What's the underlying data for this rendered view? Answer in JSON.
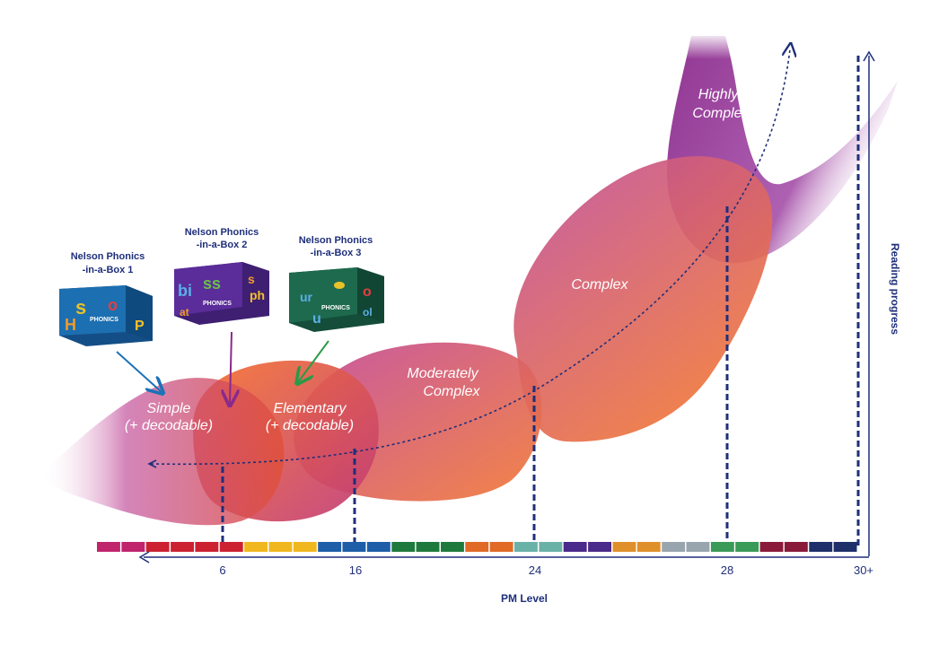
{
  "boxes": [
    {
      "title_line1": "Nelson Phonics",
      "title_line2": "-in-a-Box 1",
      "brand_text": "PHONICS",
      "color": "#1c6fb0",
      "arrow_color": "#1d72b8"
    },
    {
      "title_line1": "Nelson Phonics",
      "title_line2": "-in-a-Box 2",
      "brand_text": "PHONICS",
      "color": "#5a2d9a",
      "arrow_color": "#8a2a8c"
    },
    {
      "title_line1": "Nelson Phonics",
      "title_line2": "-in-a-Box 3",
      "brand_text": "PHONICS",
      "color": "#1e6a4e",
      "arrow_color": "#2a9a48"
    }
  ],
  "zones": [
    {
      "line1": "Simple",
      "line2": "(+ decodable)"
    },
    {
      "line1": "Elementary",
      "line2": "(+ decodable)"
    },
    {
      "line1": "Moderately",
      "line2": "Complex"
    },
    {
      "line1": "Complex",
      "line2": ""
    },
    {
      "line1": "Highly",
      "line2": "Complex"
    }
  ],
  "axes": {
    "x_title": "PM Level",
    "y_title": "Reading progress",
    "ticks": [
      "6",
      "16",
      "24",
      "28",
      "30+"
    ]
  },
  "colors": {
    "navy": "#1f2f7a",
    "orange": "#f07a3a",
    "magenta": "#b03a8a",
    "purple": "#8a2a8c"
  },
  "level_bar": [
    {
      "color": "#c0246c",
      "count": 2
    },
    {
      "color": "#cc2131",
      "count": 4
    },
    {
      "color": "#f0b81e",
      "count": 3
    },
    {
      "color": "#1e5ea8",
      "count": 3
    },
    {
      "color": "#1e7a3c",
      "count": 3
    },
    {
      "color": "#e06a26",
      "count": 2
    },
    {
      "color": "#6ab2a8",
      "count": 2
    },
    {
      "color": "#4a2a8a",
      "count": 2
    },
    {
      "color": "#e0902a",
      "count": 2
    },
    {
      "color": "#98a4ae",
      "count": 2
    },
    {
      "color": "#3a9a58",
      "count": 2
    },
    {
      "color": "#8a1a3a",
      "count": 2
    },
    {
      "color": "#1f2f6a",
      "count": 2
    }
  ]
}
